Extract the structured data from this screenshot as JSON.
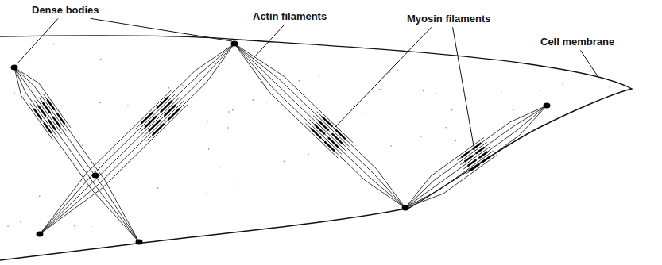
{
  "diagram": {
    "labels": [
      "Dense bodies",
      "Actin filaments",
      "Myosin filaments",
      "Cell membrane"
    ]
  }
}
